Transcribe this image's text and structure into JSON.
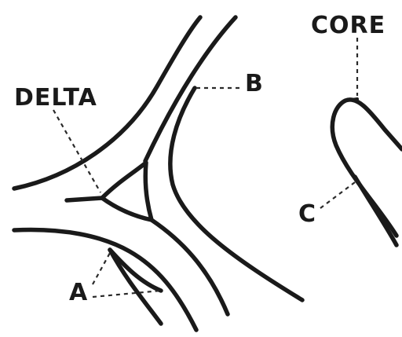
{
  "labels": {
    "delta": "DELTA",
    "b": "B",
    "core": "CORE",
    "c": "C",
    "a": "A"
  },
  "colors": {
    "ink": "#1a1a1a",
    "background": "#ffffff"
  }
}
